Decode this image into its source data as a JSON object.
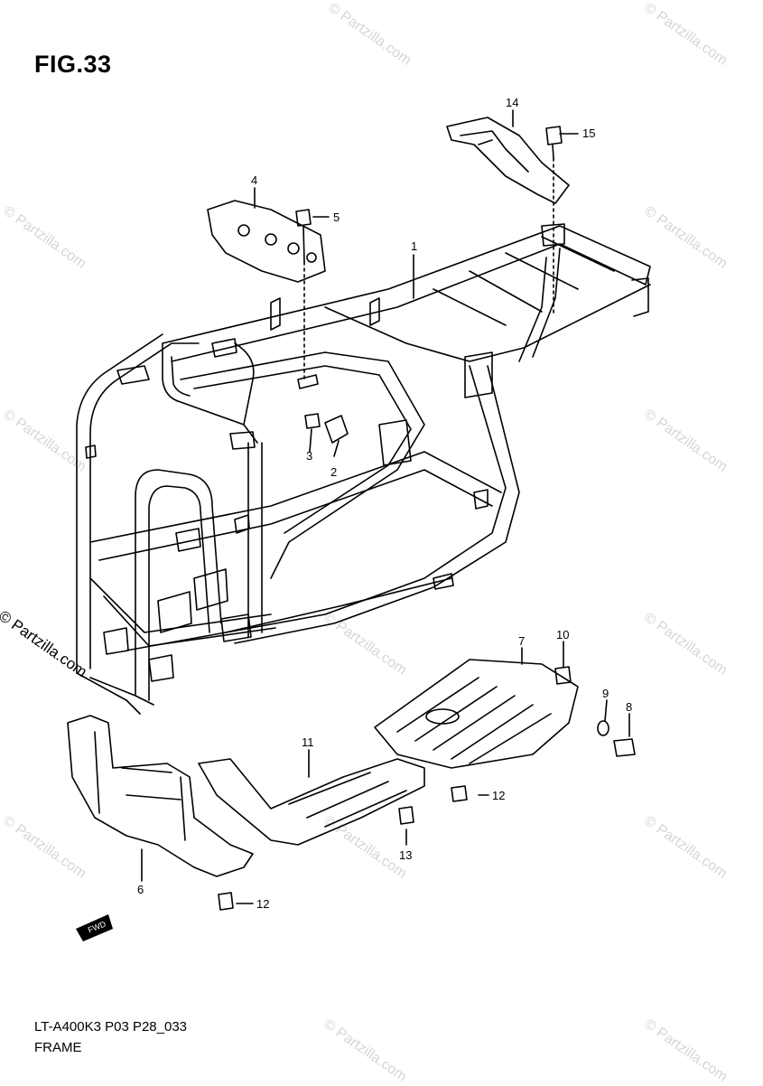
{
  "figure": {
    "title": "FIG.33",
    "code": "LT-A400K3 P03 P28_033",
    "name": "FRAME"
  },
  "watermark": {
    "text": "© Partzilla.com",
    "side_text": "© Partzilla.com",
    "color": "#d6d6d6"
  },
  "callouts": [
    "1",
    "2",
    "3",
    "4",
    "5",
    "6",
    "7",
    "8",
    "9",
    "10",
    "11",
    "12",
    "12",
    "13",
    "14",
    "15"
  ],
  "fwd_arrow": {
    "label": "FWD"
  }
}
